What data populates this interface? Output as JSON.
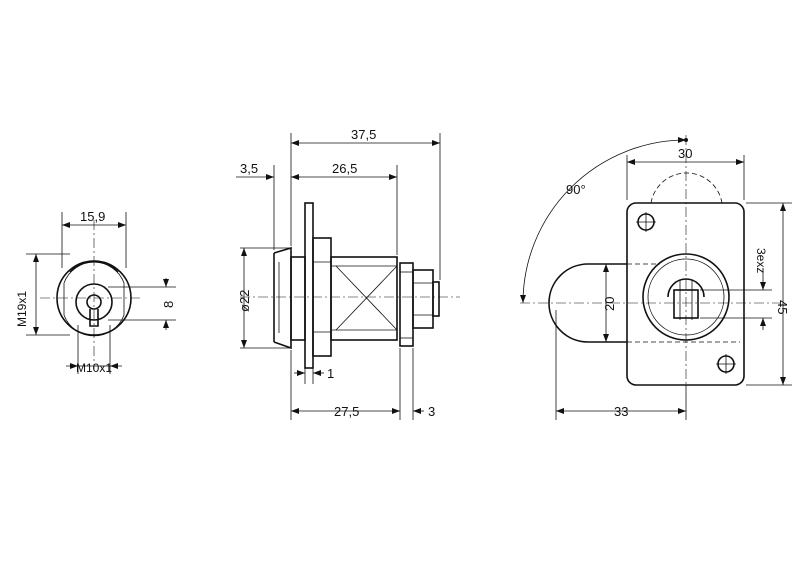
{
  "front_view": {
    "dim_15_9": "15,9",
    "dim_m19": "M19x1",
    "dim_8": "8",
    "dim_m10": "M10x1"
  },
  "side_view": {
    "dim_37_5": "37,5",
    "dim_3_5": "3,5",
    "dim_26_5": "26,5",
    "dim_22": "ø22",
    "dim_1": "1",
    "dim_27_5": "27,5",
    "dim_3": "3"
  },
  "rear_view": {
    "dim_90": "90°",
    "dim_30": "30",
    "dim_3exz": "3exz",
    "dim_45": "45",
    "dim_20": "20",
    "dim_33": "33"
  }
}
